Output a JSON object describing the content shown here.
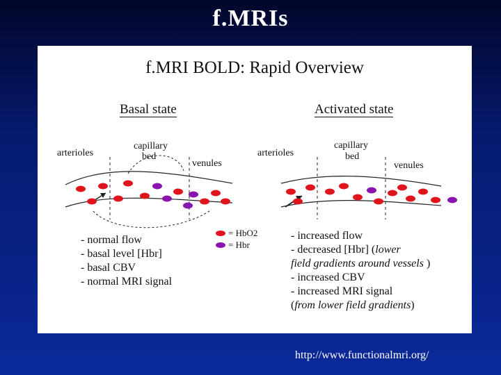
{
  "slide": {
    "title": "f.MRIs",
    "url": "http://www.functionalmri.org/"
  },
  "figure": {
    "title": "f.MRI BOLD: Rapid Overview",
    "basal": {
      "heading": "Basal state",
      "labels": {
        "arterioles": "arterioles",
        "capillary_line1": "capillary",
        "capillary_line2": "bed",
        "venules": "venules"
      },
      "bullets": [
        "- normal flow",
        "- basal level [Hbr]",
        "- basal CBV",
        "- normal MRI signal"
      ]
    },
    "activated": {
      "heading": "Activated state",
      "labels": {
        "arterioles": "arterioles",
        "capillary_line1": "capillary",
        "capillary_line2": "bed",
        "venules": "venules"
      },
      "bullets": {
        "b1": "- increased flow",
        "b2_main": "- decreased [Hbr] (",
        "b2_italic": "lower",
        "b3_italic": "field gradients around vessels",
        "b3_end": " )",
        "b4": "- increased CBV",
        "b5": "- increased MRI signal",
        "b6_open": "(",
        "b6_italic": "from lower field gradients",
        "b6_close": ")"
      }
    },
    "legend": {
      "items": [
        {
          "label": "= HbO2",
          "color": "#e0141c"
        },
        {
          "label": "= Hbr",
          "color": "#8a14b0"
        }
      ]
    },
    "colors": {
      "oxy": "#e0141c",
      "deoxy": "#8a14b0"
    }
  }
}
